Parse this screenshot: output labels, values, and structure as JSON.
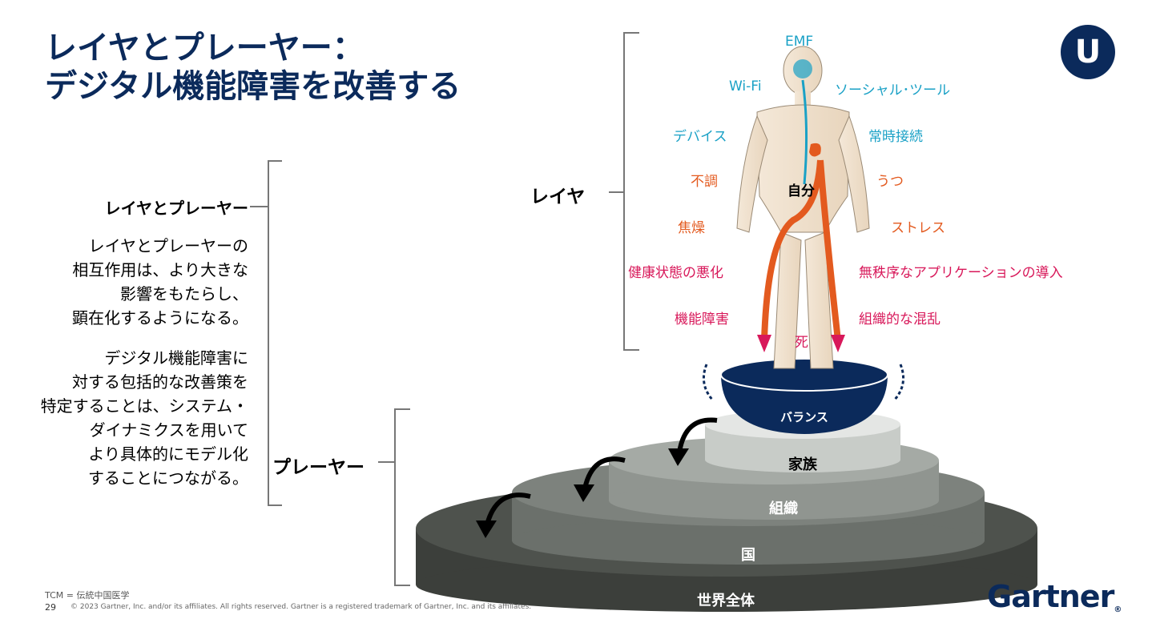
{
  "title": {
    "line1": "レイヤとプレーヤー：",
    "line2": "デジタル機能障害を改善する"
  },
  "badge": "U",
  "left_panel": {
    "heading": "レイヤとプレーヤー",
    "p1": [
      "レイヤとプレーヤーの",
      "相互作用は、より大きな",
      "影響をもたらし、",
      "顕在化するようになる。"
    ],
    "p2": [
      "デジタル機能障害に",
      "対する包括的な改善策を",
      "特定することは、システム・",
      "ダイナミクスを用いて",
      "より具体的にモデル化",
      "することにつながる。"
    ]
  },
  "layers_label": "レイヤ",
  "players_label": "プレーヤー",
  "body_labels": {
    "emf": "EMF",
    "wifi": "Wi-Fi",
    "social": "ソーシャル･ツール",
    "devices": "デバイス",
    "always_on": "常時接続",
    "upset": "不調",
    "depression": "うつ",
    "self": "自分",
    "anxiety": "焦燥",
    "stress": "ストレス",
    "health": "健康状態の悪化",
    "apps": "無秩序なアプリケーションの導入",
    "dysfunction": "機能障害",
    "org_chaos": "組織的な混乱",
    "death": "死"
  },
  "tiers": {
    "balance": "バランス",
    "family": "家族",
    "organization": "組織",
    "country": "国",
    "world": "世界全体"
  },
  "colors": {
    "navy": "#0b2a5b",
    "blue_label": "#1aa1c6",
    "orange_label": "#e35a1f",
    "pink_label": "#d8185a"
  },
  "footer": {
    "note": "TCM = 伝統中国医学",
    "page": "29",
    "copyright": "© 2023 Gartner, Inc. and/or its affiliates. All rights reserved. Gartner is a registered trademark of Gartner, Inc. and its affiliates."
  },
  "logo": "Gartner"
}
